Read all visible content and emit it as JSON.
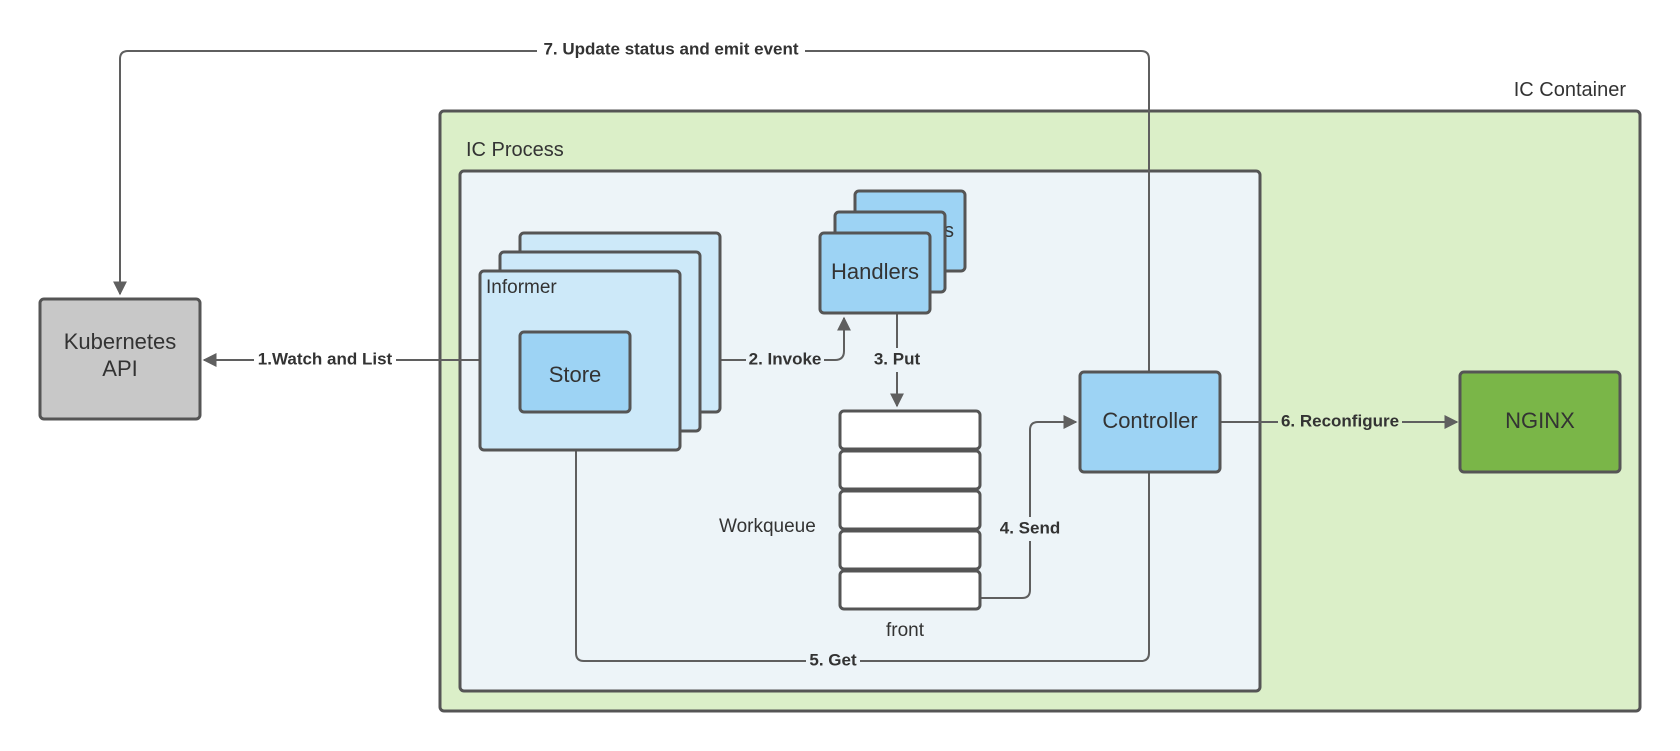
{
  "diagram": {
    "containers": {
      "ic_container": "IC Container",
      "ic_process": "IC Process"
    },
    "nodes": {
      "kubernetes_api": [
        "Kubernetes",
        "API"
      ],
      "informer": "Informer",
      "store": "Store",
      "handlers": "Handlers",
      "handlers_back_fragment": "s",
      "workqueue": "Workqueue",
      "workqueue_front": "front",
      "controller": "Controller",
      "nginx": "NGINX"
    },
    "edges": {
      "watch_and_list": "1.Watch and List",
      "invoke": "2. Invoke",
      "put": "3. Put",
      "send": "4. Send",
      "get": "5. Get",
      "reconfigure": "6. Reconfigure",
      "update_status": "7. Update status and emit event"
    },
    "colors": {
      "container_fill": "#dbefc8",
      "process_fill": "#edf4f8",
      "informer_fill": "#cde9f9",
      "store_fill": "#9dd3f4",
      "handlers_fill": "#9dd3f4",
      "controller_fill": "#9dd3f4",
      "kubernetes_fill": "#c8c8c8",
      "nginx_fill": "#7ab648",
      "line": "#5f5f5f"
    }
  }
}
